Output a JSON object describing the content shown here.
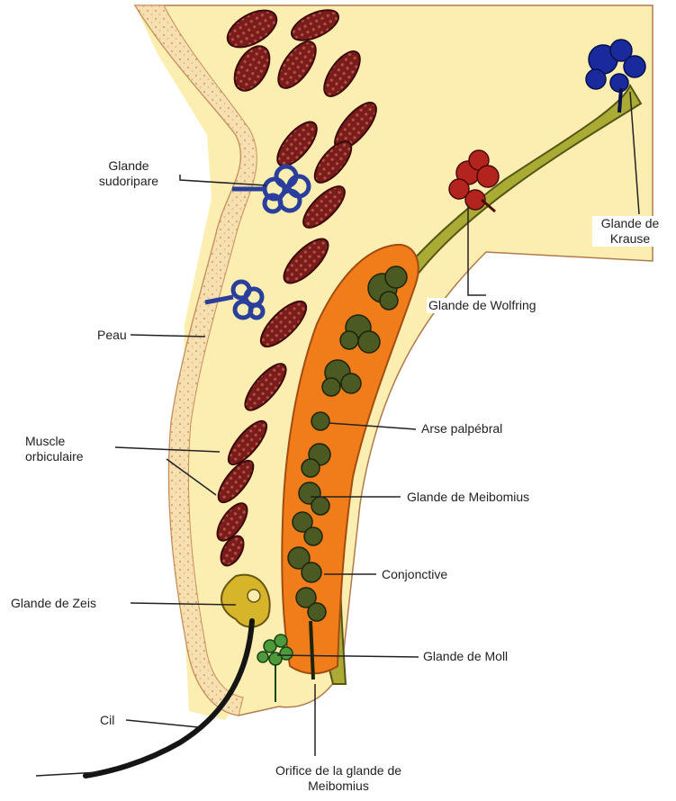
{
  "labels": {
    "glande_sudoripare": "Glande\nsudoripare",
    "peau": "Peau",
    "muscle_orbiculaire": "Muscle\norbiculaire",
    "glande_zeis": "Glande de Zeis",
    "cil": "Cil",
    "orifice_meibomius": "Orifice de la glande de\nMeibomius",
    "glande_moll": "Glande de Moll",
    "conjonctive": "Conjonctive",
    "glande_meibomius": "Glande de Meibomius",
    "tarse": "Arse palpébral",
    "glande_wolfring": "Glande de Wolfring",
    "glande_krause": "Glande de\nKrause"
  },
  "colors": {
    "tissue": "#fbeeb0",
    "skin": "#f3d9a4",
    "muscle": "#7a1c1c",
    "sweat_gland": "#2a3e9c",
    "tarsus": "#f07d1a",
    "meibomian": "#4a5a22",
    "conjunctiva": "#a9ab35",
    "zeis": "#d6b52b",
    "moll": "#4c9a3a",
    "wolfring": "#b3241f",
    "krause": "#1a2a9c",
    "lash": "#151515"
  }
}
